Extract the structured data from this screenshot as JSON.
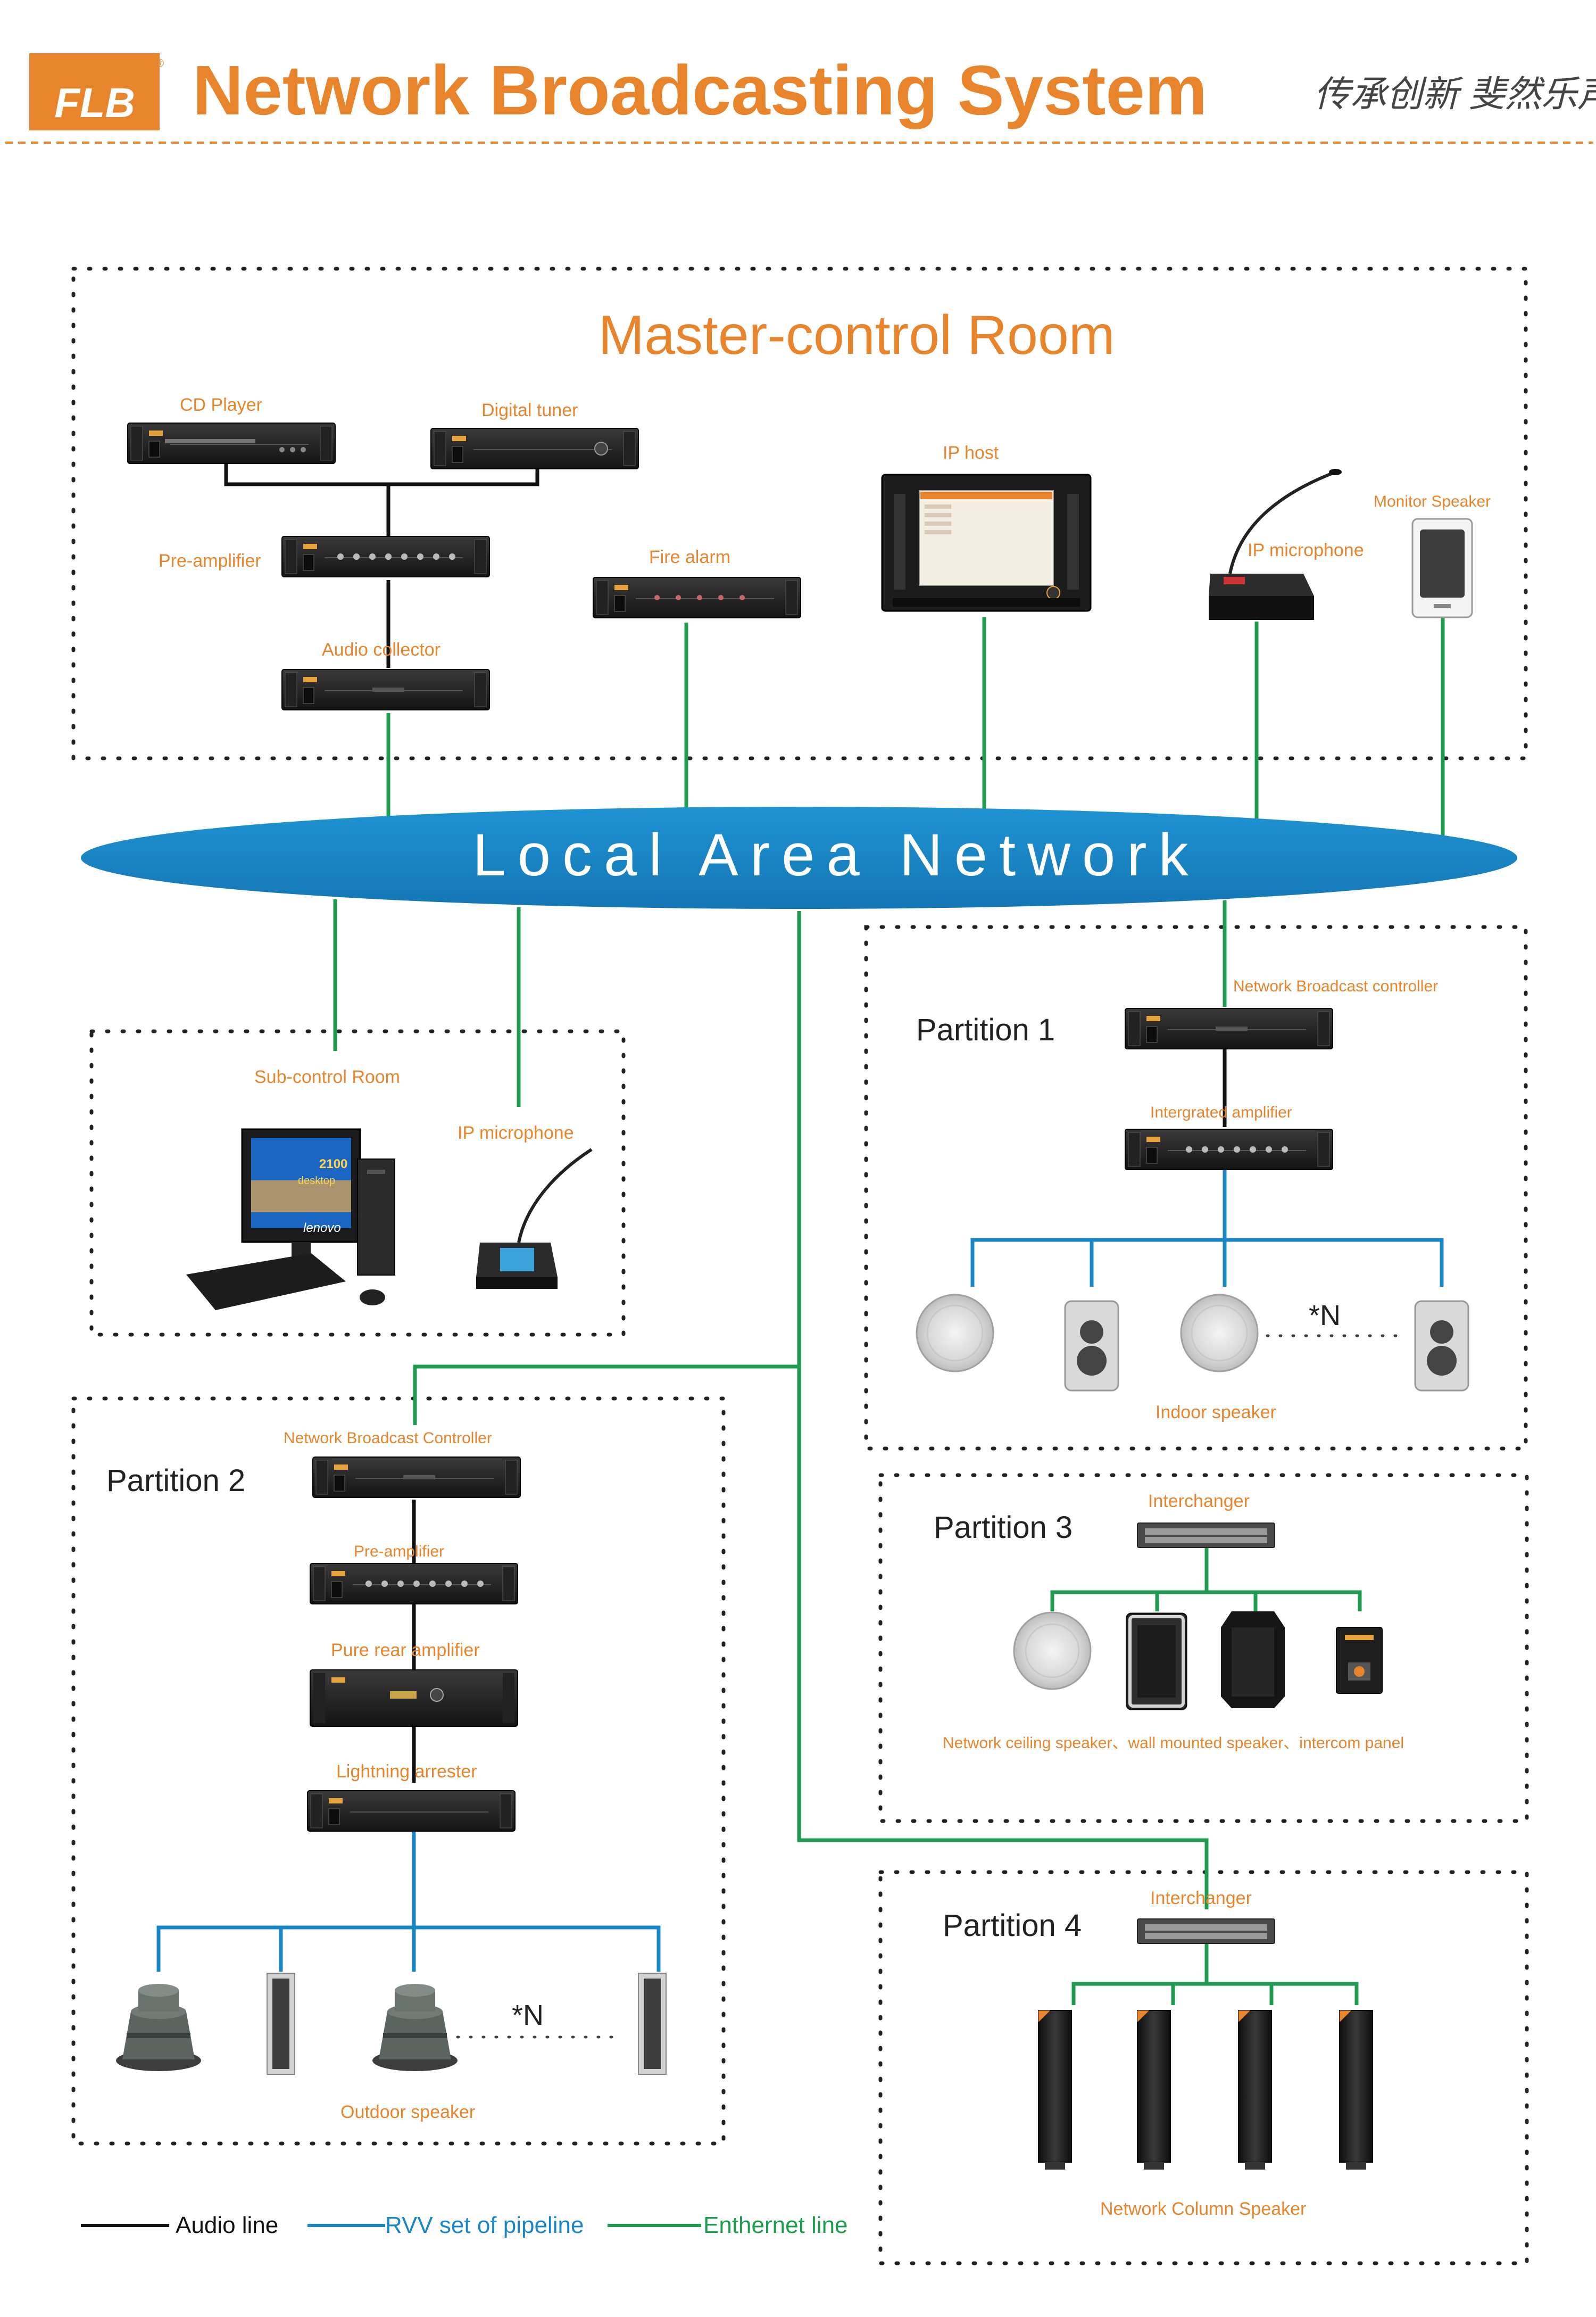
{
  "header": {
    "logo_text": "FLB",
    "logo_registered": "®",
    "title": "Network Broadcasting System",
    "slogan": "传承创新 斐然乐声!"
  },
  "colors": {
    "accent": "#e8842c",
    "network": "#1a86c6",
    "audio_line": "#111111",
    "rvv_line": "#1a86c6",
    "ethernet_line": "#1d9b4f"
  },
  "master_room": {
    "title": "Master-control Room",
    "cd_player": "CD Player",
    "digital_tuner": "Digital tuner",
    "pre_amplifier": "Pre-amplifier",
    "audio_collector": "Audio collector",
    "fire_alarm": "Fire alarm",
    "ip_host": "IP host",
    "ip_microphone": "IP microphone",
    "monitor_speaker": "Monitor Speaker"
  },
  "lan": {
    "label": "Local Area Network"
  },
  "sub_room": {
    "title": "Sub-control Room",
    "ip_microphone": "IP microphone",
    "pc_brand": "lenovo",
    "screen_line1": "2100",
    "screen_line2": "desktop"
  },
  "partition1": {
    "title": "Partition 1",
    "controller": "Network Broadcast controller",
    "amplifier": "Intergrated amplifier",
    "speakers": "Indoor speaker",
    "n": "*N"
  },
  "partition2": {
    "title": "Partition 2",
    "controller": "Network Broadcast Controller",
    "pre_amplifier": "Pre-amplifier",
    "rear_amplifier": "Pure rear amplifier",
    "arrester": "Lightning arrester",
    "speakers": "Outdoor speaker",
    "n": "*N"
  },
  "partition3": {
    "title": "Partition 3",
    "switch": "Interchanger",
    "speakers": "Network ceiling speaker、wall mounted speaker、intercom panel"
  },
  "partition4": {
    "title": "Partition 4",
    "switch": "Interchanger",
    "speakers": "Network Column Speaker"
  },
  "legend": {
    "audio": "Audio line",
    "rvv": "RVV set of pipeline",
    "ethernet": "Enthernet line"
  }
}
